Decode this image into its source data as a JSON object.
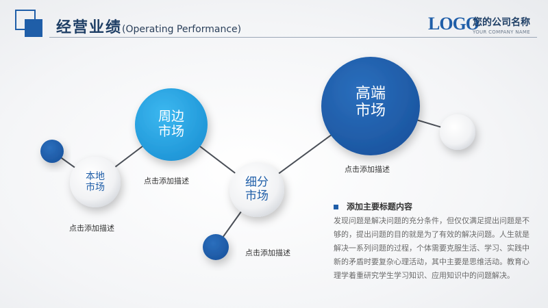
{
  "header": {
    "title_cn": "经营业绩",
    "title_en": "(Operating Performance)",
    "logo": "LOGO",
    "company_name": "您的公司名称",
    "company_sub": "YOUR COMPANY NAME"
  },
  "nodes": [
    {
      "id": "local",
      "label_line1": "本地",
      "label_line2": "市场",
      "desc": "点击添加描述"
    },
    {
      "id": "peripheral",
      "label_line1": "周边",
      "label_line2": "市场",
      "desc": "点击添加描述"
    },
    {
      "id": "segment",
      "label_line1": "细分",
      "label_line2": "市场",
      "desc": "点击添加描述"
    },
    {
      "id": "highend",
      "label_line1": "高端",
      "label_line2": "市场",
      "desc": "点击添加描述"
    }
  ],
  "content": {
    "heading": "添加主要标题内容",
    "body": "发现问题是解决问题的充分条件，但仅仅满足提出问题是不够的，提出问题的目的就是为了有效的解决问题。人生就是解决一系列问题的过程，个体需要克服生活、学习、实践中新的矛盾时要复杂心理活动，其中主要是思维活动。教育心理学着重研究学生学习知识、应用知识中的问题解决。"
  },
  "colors": {
    "primary_blue": "#1f5ea8",
    "light_blue": "#29a3e0",
    "line_gray": "#4a4f57"
  }
}
